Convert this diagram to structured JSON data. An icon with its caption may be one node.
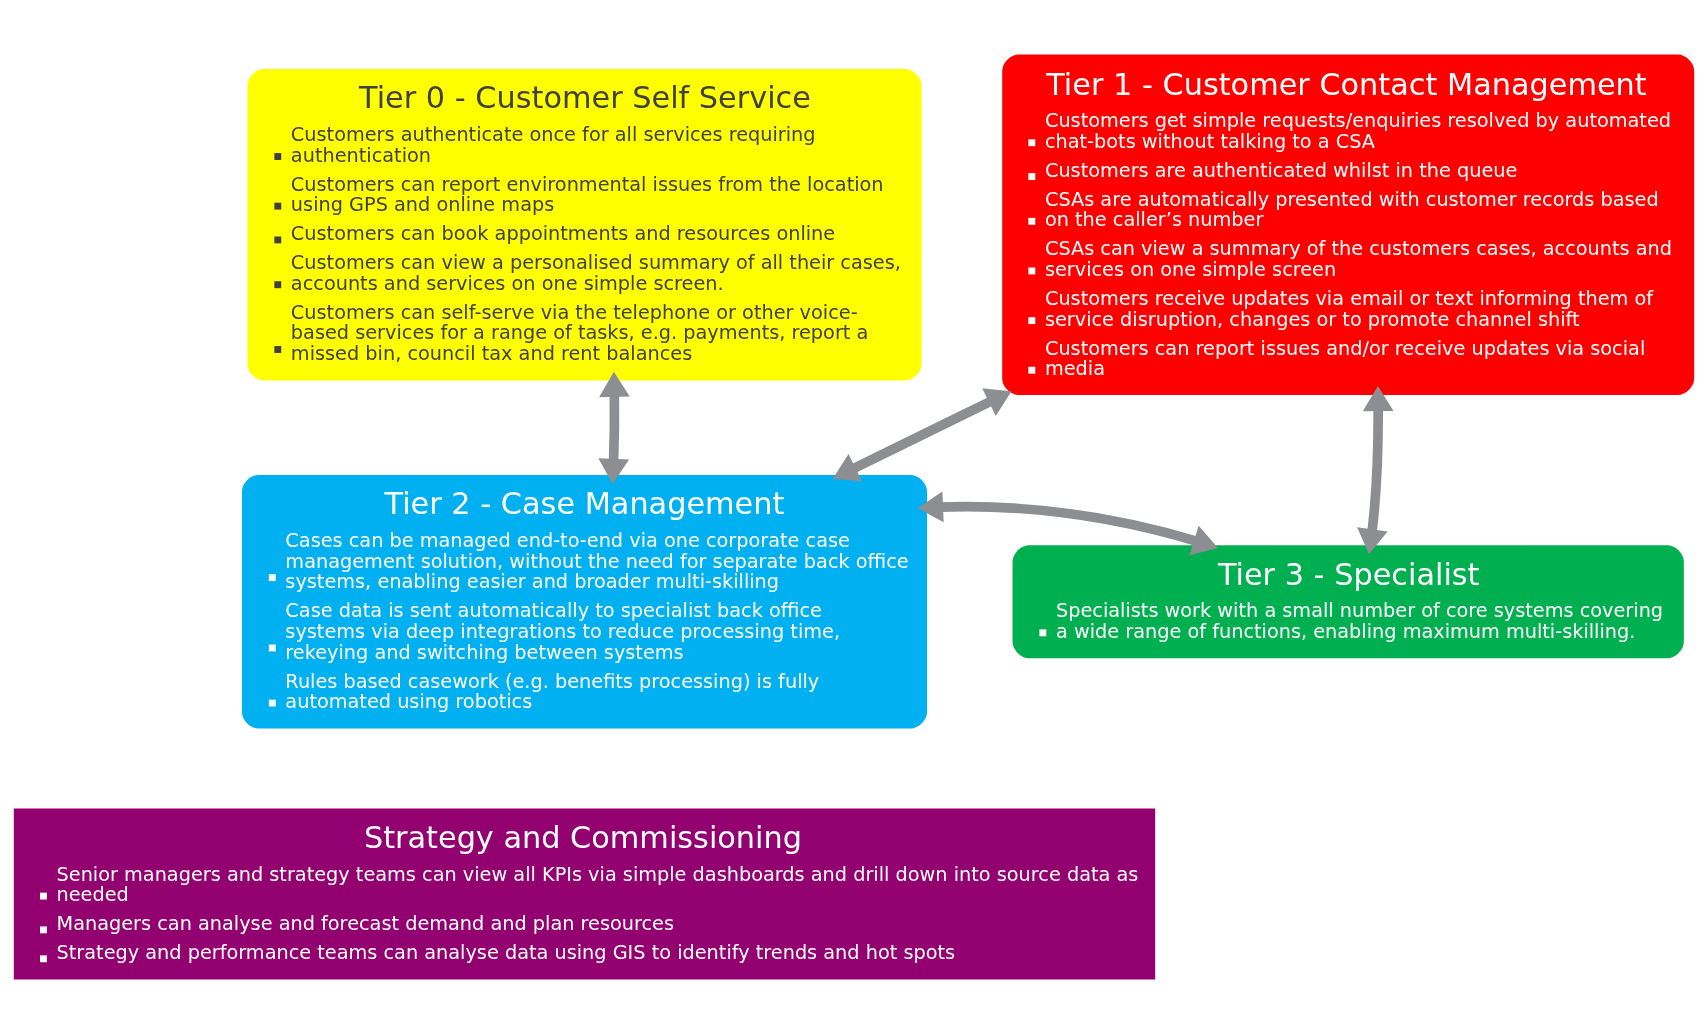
{
  "diagram": {
    "nodes": [
      {
        "text": [
          "Tier 0 - Customer Self Service",
          "Customers authenticate once for all services requiring authentication",
          "Customers can report environmental issues from the location using GPS and online maps",
          "Customers can book appointments and resources online",
          "Customers can view a personalised summary of all their cases, accounts and services on one simple screen.",
          "Customers can self-serve via the telephone or other voice-based services for a range of tasks, e.g. payments, report a missed bin, council tax and rent balances"
        ]
      },
      {
        "text": [
          "Tier 1 - Customer Contact Management",
          "Customers get simple requests/enquiries resolved by automated chat-bots without talking to a CSA",
          "Customers are authenticated whilst in the queue",
          "CSAs are automatically presented with customer records based on the caller’s number",
          "CSAs can view a summary of the customers cases, accounts and services on one simple screen",
          "Customers receive updates via email or text informing them of service disruption, changes or to promote channel shift",
          "Customers can report issues and/or receive updates via social media"
        ]
      },
      {
        "text": [
          "Tier 2 - Case Management",
          "Cases can be managed end-to-end via one corporate case management solution, without the need for separate back office systems, enabling easier and broader multi-skilling",
          "Case data is sent automatically to specialist back office systems via deep integrations to reduce processing time, rekeying and switching between systems",
          "Rules based casework (e.g. benefits processing) is fully automated using robotics"
        ]
      },
      {
        "text": [
          "Tier 3 - Specialist",
          "Specialists work with a small number of core systems covering a wide range of functions, enabling maximum multi-skilling."
        ]
      },
      {
        "text": [
          "Strategy and Commissioning",
          "Senior managers and strategy teams can view all KPIs via simple dashboards and drill down into source data as needed",
          "Managers can analyse and forecast demand and plan resources",
          "Strategy and performance teams can analyse data using GIS to identify trends and hot spots"
        ]
      }
    ],
    "edges": [
      {
        "from": 0,
        "to": 2,
        "arrow": "both"
      },
      {
        "from": 1,
        "to": 2,
        "arrow": "both"
      },
      {
        "from": 1,
        "to": 3,
        "arrow": "both"
      },
      {
        "from": 2,
        "to": 3,
        "arrow": "both"
      }
    ]
  }
}
